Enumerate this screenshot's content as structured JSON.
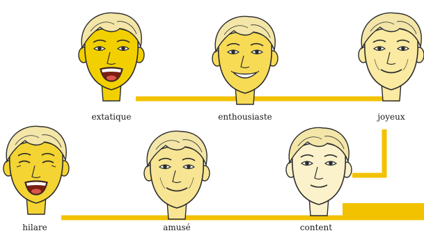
{
  "colors": {
    "line": "#f2c200",
    "outline": "#2b2b2b",
    "hair": "#f3e6a8"
  },
  "faces": [
    {
      "id": "extatique",
      "label": "extatique",
      "skin": "#f2d000",
      "mouth": "open-wide",
      "eyes": "open"
    },
    {
      "id": "enthousiaste",
      "label": "enthousiaste",
      "skin": "#f7db55",
      "mouth": "open-smile",
      "eyes": "open"
    },
    {
      "id": "joyeux",
      "label": "joyeux",
      "skin": "#faeaa2",
      "mouth": "smile",
      "eyes": "open"
    },
    {
      "id": "hilare",
      "label": "hilare",
      "skin": "#f4d432",
      "mouth": "open-wide",
      "eyes": "closed"
    },
    {
      "id": "amuse",
      "label": "amusé",
      "skin": "#f8e594",
      "mouth": "smile",
      "eyes": "open"
    },
    {
      "id": "content",
      "label": "content",
      "skin": "#fbf2cc",
      "mouth": "slight",
      "eyes": "open"
    }
  ]
}
